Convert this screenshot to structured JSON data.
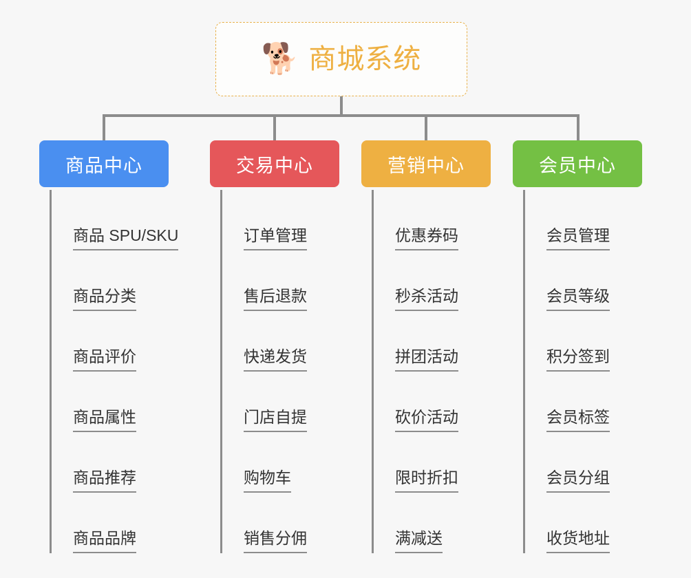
{
  "background_color": "#f7f7f7",
  "root": {
    "icon": "shiba-dog-face-emoji",
    "emoji": "🐕",
    "title": "商城系统",
    "border_color": "#e8b14a",
    "text_color": "#eeb042"
  },
  "connector_color": "#8c8c8c",
  "columns": [
    {
      "header": "商品中心",
      "color": "#4a8ff0",
      "items": [
        "商品 SPU/SKU",
        "商品分类",
        "商品评价",
        "商品属性",
        "商品推荐",
        "商品品牌"
      ]
    },
    {
      "header": "交易中心",
      "color": "#e5575a",
      "items": [
        "订单管理",
        "售后退款",
        "快递发货",
        "门店自提",
        "购物车",
        "销售分佣"
      ]
    },
    {
      "header": "营销中心",
      "color": "#eeb042",
      "items": [
        "优惠券码",
        "秒杀活动",
        "拼团活动",
        "砍价活动",
        "限时折扣",
        "满减送"
      ]
    },
    {
      "header": "会员中心",
      "color": "#74c044",
      "items": [
        "会员管理",
        "会员等级",
        "积分签到",
        "会员标签",
        "会员分组",
        "收货地址"
      ]
    }
  ]
}
